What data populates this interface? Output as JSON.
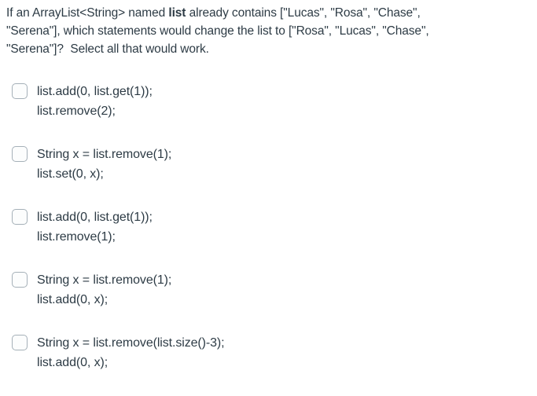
{
  "page": {
    "background_color": "#ffffff",
    "text_color": "#2d3b45"
  },
  "question": {
    "line1_before_bold": "If an ArrayList<String> named ",
    "line1_bold": "list",
    "line1_after_bold": " already contains [\"Lucas\", \"Rosa\", \"Chase\",",
    "line2": "\"Serena\"], which statements would change the list to [\"Rosa\", \"Lucas\", \"Chase\",",
    "line3": "\"Serena\"]?  Select all that would work."
  },
  "checkbox_style": {
    "border_color": "#a5b0b8",
    "fill_color": "#fcfdfd",
    "checked_state": "unchecked"
  },
  "options": [
    {
      "checked": false,
      "lines": [
        "list.add(0, list.get(1));",
        "list.remove(2);"
      ]
    },
    {
      "checked": false,
      "lines": [
        "String x = list.remove(1);",
        "list.set(0, x);"
      ]
    },
    {
      "checked": false,
      "lines": [
        "list.add(0, list.get(1));",
        "list.remove(1);"
      ]
    },
    {
      "checked": false,
      "lines": [
        "String x = list.remove(1);",
        "list.add(0, x);"
      ]
    },
    {
      "checked": false,
      "lines": [
        "String x = list.remove(list.size()-3);",
        "list.add(0, x);"
      ]
    }
  ]
}
